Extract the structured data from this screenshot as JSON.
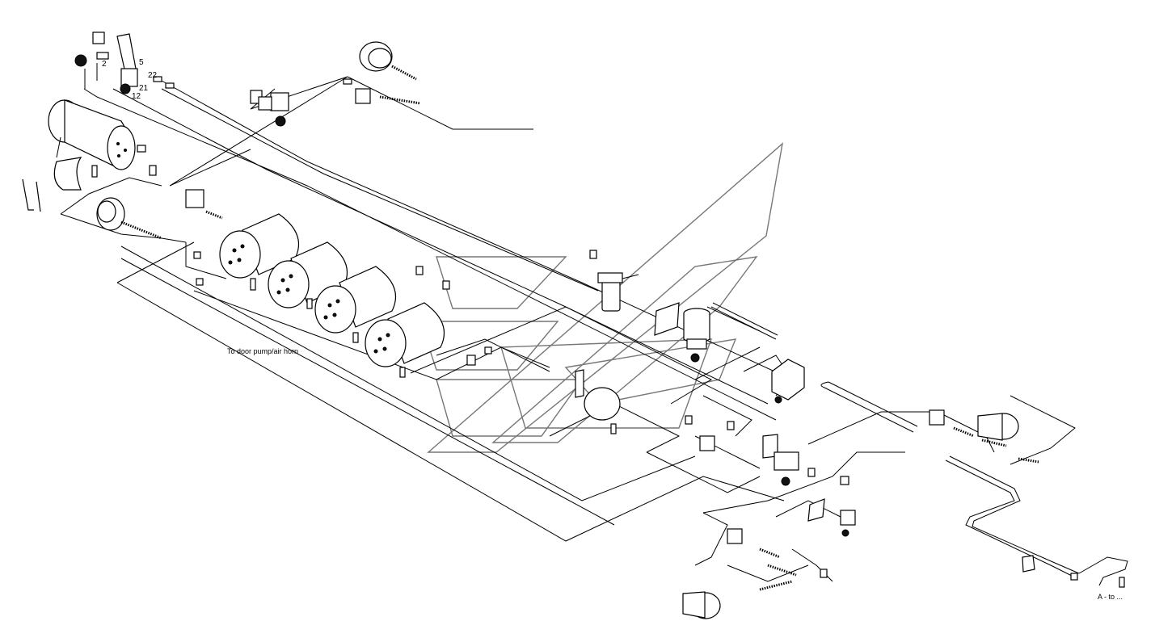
{
  "diagram": {
    "labels": {
      "door_pump_note": "To door pump/air horn",
      "bottom_right_note": "A - to ...",
      "callout_22": "22",
      "callout_21": "21",
      "callout_12": "12",
      "callout_2": "2",
      "callout_5": "5"
    }
  }
}
